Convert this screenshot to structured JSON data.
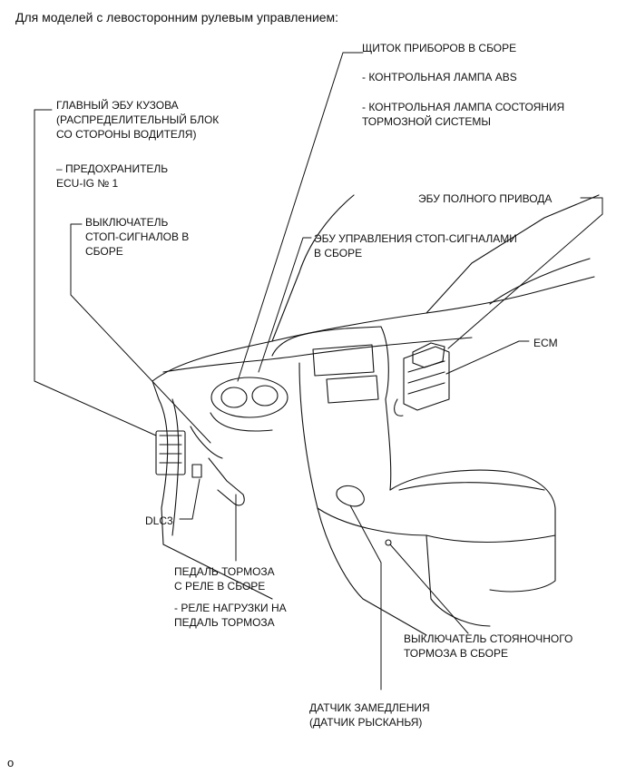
{
  "title": "Для моделей с левосторонним рулевым управлением:",
  "labels": {
    "instrument_panel": "ЩИТОК ПРИБОРОВ В СБОРЕ",
    "abs_lamp": "- КОНТРОЛЬНАЯ ЛАМПА ABS",
    "brake_lamp": "- КОНТРОЛЬНАЯ ЛАМПА СОСТОЯНИЯ\nТОРМОЗНОЙ СИСТЕМЫ",
    "main_body_ecu": "ГЛАВНЫЙ ЭБУ КУЗОВА\n(РАСПРЕДЕЛИТЕЛЬНЫЙ БЛОК\nСО СТОРОНЫ ВОДИТЕЛЯ)",
    "fuse": "– ПРЕДОХРАНИТЕЛЬ\nECU-IG № 1",
    "awd_ecu": "ЭБУ ПОЛНОГО ПРИВОДА",
    "stop_switch": "ВЫКЛЮЧАТЕЛЬ\nСТОП-СИГНАЛОВ В\nСБОРЕ",
    "stop_ecu": "ЭБУ УПРАВЛЕНИЯ СТОП-СИГНАЛАМИ\nВ СБОРЕ",
    "ecm": "ECM",
    "dlc3": "DLC3",
    "brake_pedal": "ПЕДАЛЬ ТОРМОЗА\nС РЕЛЕ В СБОРЕ",
    "pedal_relay": "- РЕЛЕ НАГРУЗКИ НА\nПЕДАЛЬ ТОРМОЗА",
    "parking_switch": "ВЫКЛЮЧАТЕЛЬ СТОЯНОЧНОГО\nТОРМОЗА В СБОРЕ",
    "decel_sensor": "ДАТЧИК ЗАМЕДЛЕНИЯ\n(ДАТЧИК РЫСКАНЬЯ)"
  },
  "footer": "o"
}
